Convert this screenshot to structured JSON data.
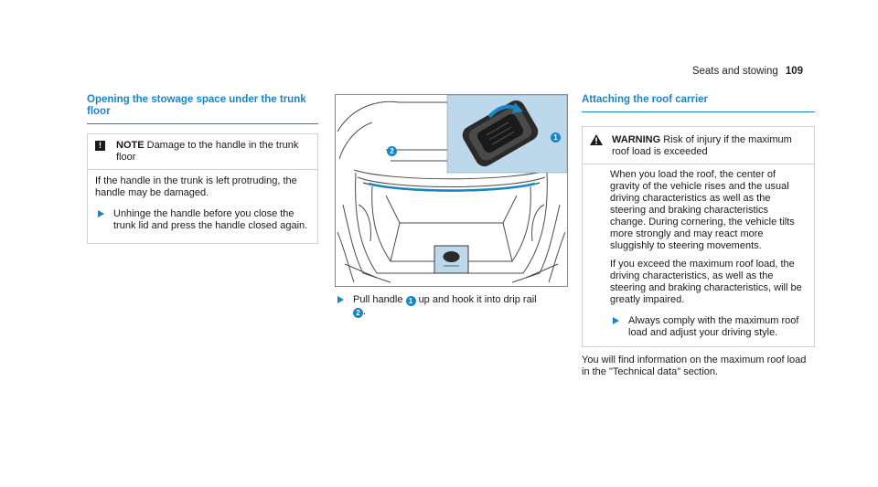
{
  "header": {
    "section": "Seats and stowing",
    "page_number": "109"
  },
  "left": {
    "title": "Opening the stowage space under the trunk floor",
    "note": {
      "icon": "!",
      "label": "NOTE",
      "text": "Damage to the handle in the trunk floor",
      "body": "If the handle in the trunk is left protruding, the handle may be damaged.",
      "step": "Unhinge the handle before you close the trunk lid and press the handle closed again."
    }
  },
  "figure": {
    "callout_1": "1",
    "callout_2": "2",
    "caption_pre": "Pull handle",
    "caption_mid": "up and hook it into drip rail",
    "caption_post": "."
  },
  "right": {
    "title": "Attaching the roof carrier",
    "warning": {
      "label": "WARNING",
      "text": "Risk of injury if the maximum roof load is exceeded",
      "p1": "When you load the roof, the center of gravity of the vehicle rises and the usual driving characteristics as well as the steering and braking characteristics change. During cornering, the vehicle tilts more strongly and may react more sluggishly to steering movements.",
      "p2": "If you exceed the maximum roof load, the driving characteristics, as well as the steering and braking characteristics, will be greatly impaired.",
      "step": "Always comply with the maximum roof load and adjust your driving style."
    },
    "footnote": "You will find information on the maximum roof load in the \"Technical data\" section."
  },
  "colors": {
    "accent": "#1a85c4",
    "inset_bg": "#bcd8ea",
    "warning_triangle": "#1a1a1a"
  }
}
